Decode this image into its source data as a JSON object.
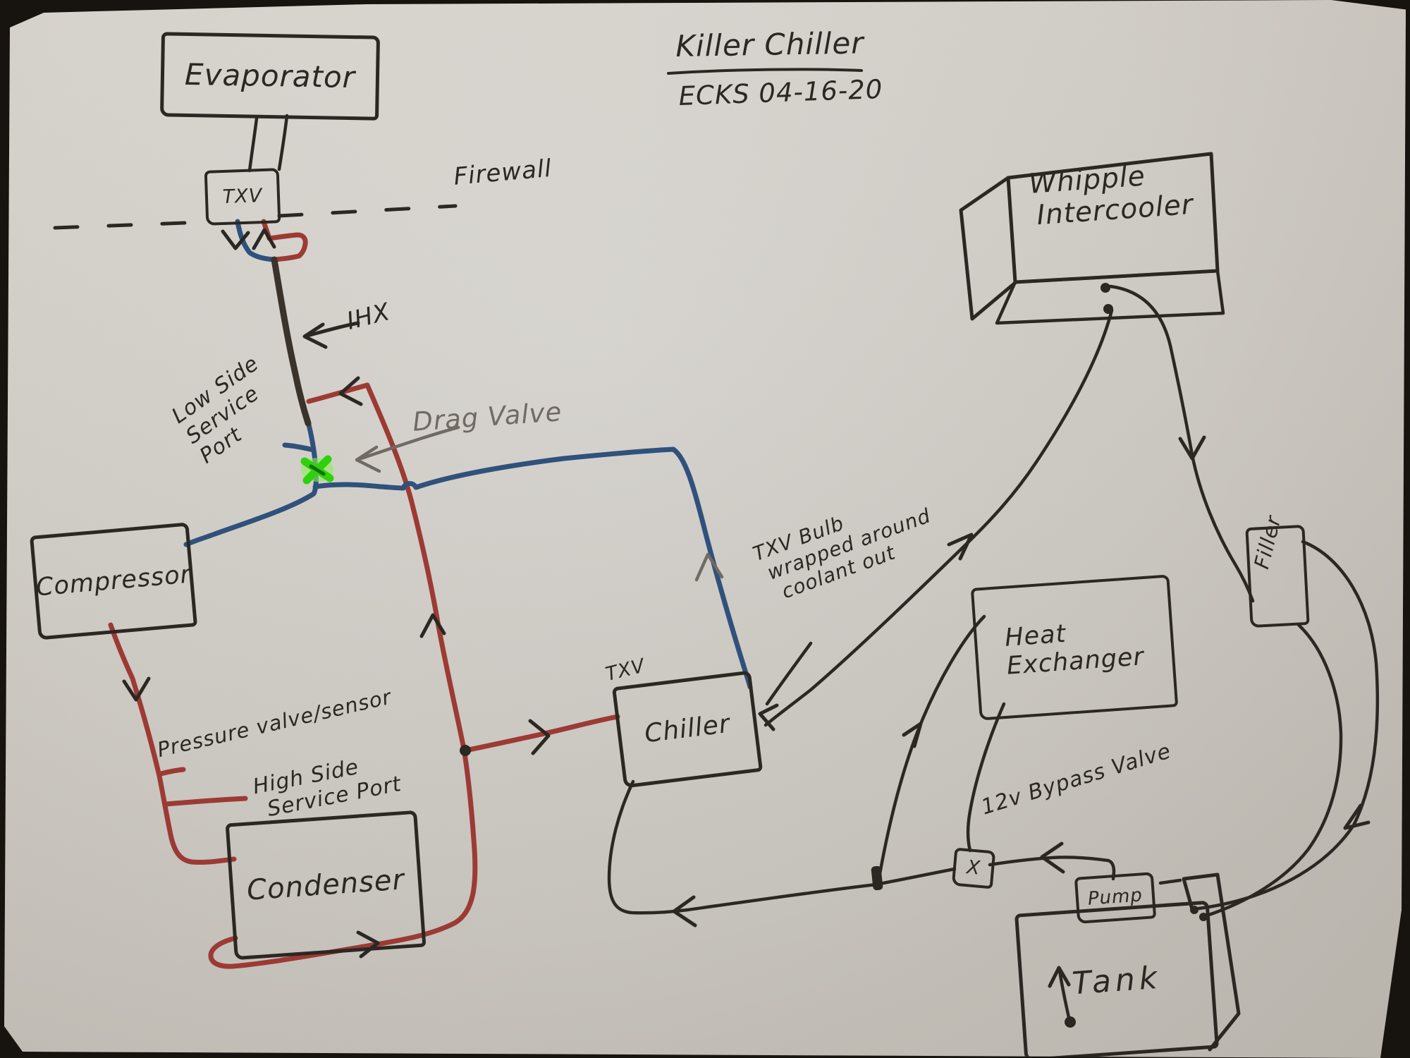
{
  "title": {
    "main": "Killer Chiller",
    "byline": "ECKS 04-16-20"
  },
  "components": {
    "evaporator": "Evaporator",
    "txv": "TXV",
    "compressor": "Compressor",
    "condenser": "Condenser",
    "chiller": "Chiller",
    "whipple_line1": "Whipple",
    "whipple_line2": "Intercooler",
    "heat_exchanger_line1": "Heat",
    "heat_exchanger_line2": "Exchanger",
    "filler": "Filler",
    "pump": "Pump",
    "tank": "Tank",
    "bypass_valve_symbol": "X"
  },
  "annotations": {
    "firewall": "Firewall",
    "ihx": "IHX",
    "low_side_line1": "Low Side",
    "low_side_line2": "Service",
    "low_side_line3": "Port",
    "drag_valve": "Drag Valve",
    "pressure_sensor": "Pressure valve/sensor",
    "high_side_line1": "High Side",
    "high_side_line2": "Service Port",
    "chiller_txv": "TXV",
    "txv_bulb_line1": "TXV Bulb",
    "txv_bulb_line2": "wrapped around",
    "txv_bulb_line3": "coolant out",
    "bypass_valve": "12v Bypass Valve"
  },
  "colors": {
    "high_pressure_line": "#9c3a34",
    "low_pressure_line": "#2f517c",
    "ink": "#2b2722",
    "ihx_line": "#3a332b",
    "pencil": "#6f6a63",
    "drag_valve_marker": "#2fd10c",
    "drag_valve_glow": "#8af05a",
    "paper": "#d2cec7"
  }
}
